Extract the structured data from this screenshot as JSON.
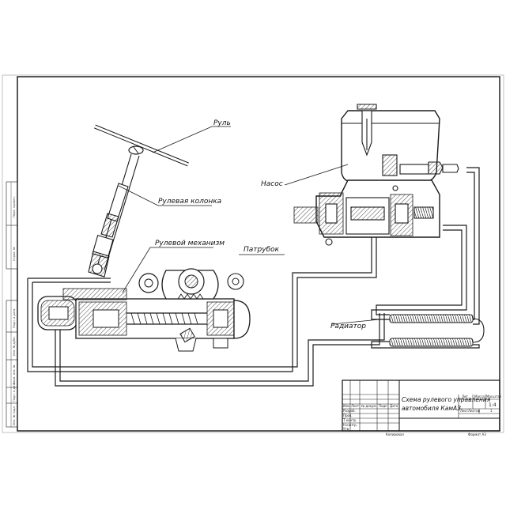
{
  "drawing": {
    "labels": {
      "wheel": "Руль",
      "column": "Рулевая колонка",
      "mechanism": "Рулевой механизм",
      "pump": "Насос",
      "hose": "Патрубок",
      "radiator": "Радиатор"
    },
    "title_block": {
      "title_line1": "Схема рулевого управления",
      "title_line2": "автомобиля КамАЗ",
      "scale_value": "1:4",
      "sheet_value": "1",
      "col_lit": "Лит.",
      "col_mass": "Масса",
      "col_scale": "Масштаб",
      "col_sheet": "Лист",
      "col_sheets": "Листов",
      "col_izm": "Изм.",
      "col_list": "Лист",
      "col_doc": "№ докум.",
      "col_sign": "Подп.",
      "col_date": "Дата",
      "row_razrab": "Разраб.",
      "row_prov": "Пров.",
      "row_tkontr": "Т.контр.",
      "row_nkontr": "Н.контр.",
      "row_utv": "Утв.",
      "copied": "Копировал",
      "format": "Формат А3"
    },
    "side_stamp": {
      "cells": [
        "Перв. примен.",
        "Справ. №",
        "Подп. и дата",
        "Инв. № дубл.",
        "Взам. инв. №",
        "Подп. и дата",
        "Инв. № подл."
      ]
    }
  }
}
